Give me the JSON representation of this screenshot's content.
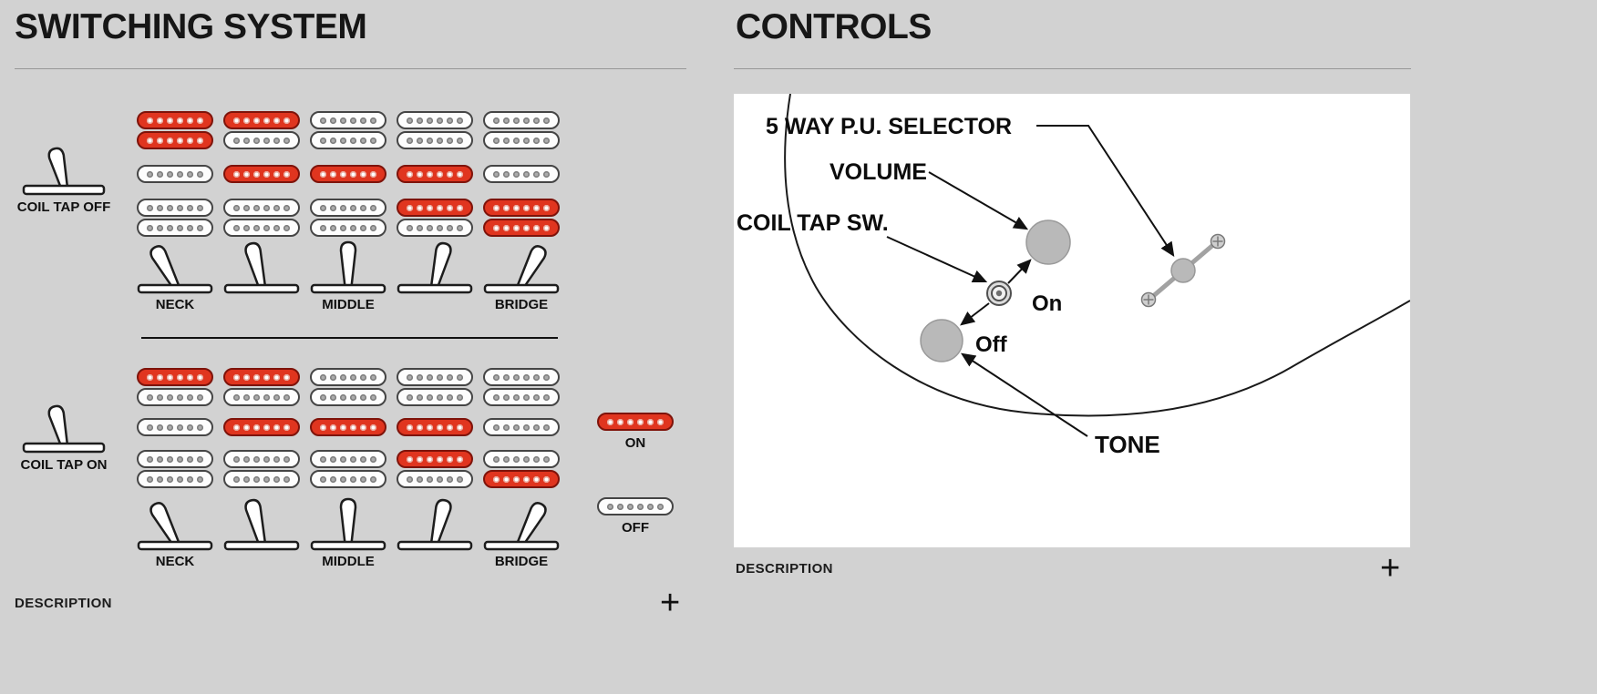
{
  "switching": {
    "title": "SWITCHING SYSTEM",
    "description_label": "DESCRIPTION",
    "expand_button": "+",
    "position_labels": [
      "NECK",
      "MIDDLE",
      "BRIDGE"
    ],
    "pickup_colors": {
      "active": "#e0351f",
      "inactive": "#ffffff"
    },
    "groups": [
      {
        "switch_label": "COIL TAP OFF",
        "rows": [
          {
            "kind": "humbucker",
            "position": "neck",
            "cells": [
              [
                "on",
                "on"
              ],
              [
                "on",
                "off"
              ],
              [
                "off",
                "off"
              ],
              [
                "off",
                "off"
              ],
              [
                "off",
                "off"
              ]
            ]
          },
          {
            "kind": "single",
            "position": "middle",
            "cells": [
              [
                "off"
              ],
              [
                "on"
              ],
              [
                "on"
              ],
              [
                "on"
              ],
              [
                "off"
              ]
            ]
          },
          {
            "kind": "humbucker",
            "position": "bridge",
            "cells": [
              [
                "off",
                "off"
              ],
              [
                "off",
                "off"
              ],
              [
                "off",
                "off"
              ],
              [
                "on",
                "off"
              ],
              [
                "on",
                "on"
              ]
            ]
          }
        ]
      },
      {
        "switch_label": "COIL TAP ON",
        "rows": [
          {
            "kind": "humbucker",
            "position": "neck",
            "cells": [
              [
                "on",
                "off"
              ],
              [
                "on",
                "off"
              ],
              [
                "off",
                "off"
              ],
              [
                "off",
                "off"
              ],
              [
                "off",
                "off"
              ]
            ]
          },
          {
            "kind": "single",
            "position": "middle",
            "cells": [
              [
                "off"
              ],
              [
                "on"
              ],
              [
                "on"
              ],
              [
                "on"
              ],
              [
                "off"
              ]
            ]
          },
          {
            "kind": "humbucker",
            "position": "bridge",
            "cells": [
              [
                "off",
                "off"
              ],
              [
                "off",
                "off"
              ],
              [
                "off",
                "off"
              ],
              [
                "on",
                "off"
              ],
              [
                "off",
                "on"
              ]
            ]
          }
        ],
        "legend": [
          {
            "state": "on",
            "label": "ON"
          },
          {
            "state": "off",
            "label": "OFF"
          }
        ]
      }
    ]
  },
  "controls": {
    "title": "CONTROLS",
    "description_label": "DESCRIPTION",
    "expand_button": "+",
    "labels": {
      "selector": "5 WAY P.U. SELECTOR",
      "volume": "VOLUME",
      "coil_tap": "COIL TAP SW.",
      "tone": "TONE",
      "switch_on": "On",
      "switch_off": "Off"
    }
  }
}
